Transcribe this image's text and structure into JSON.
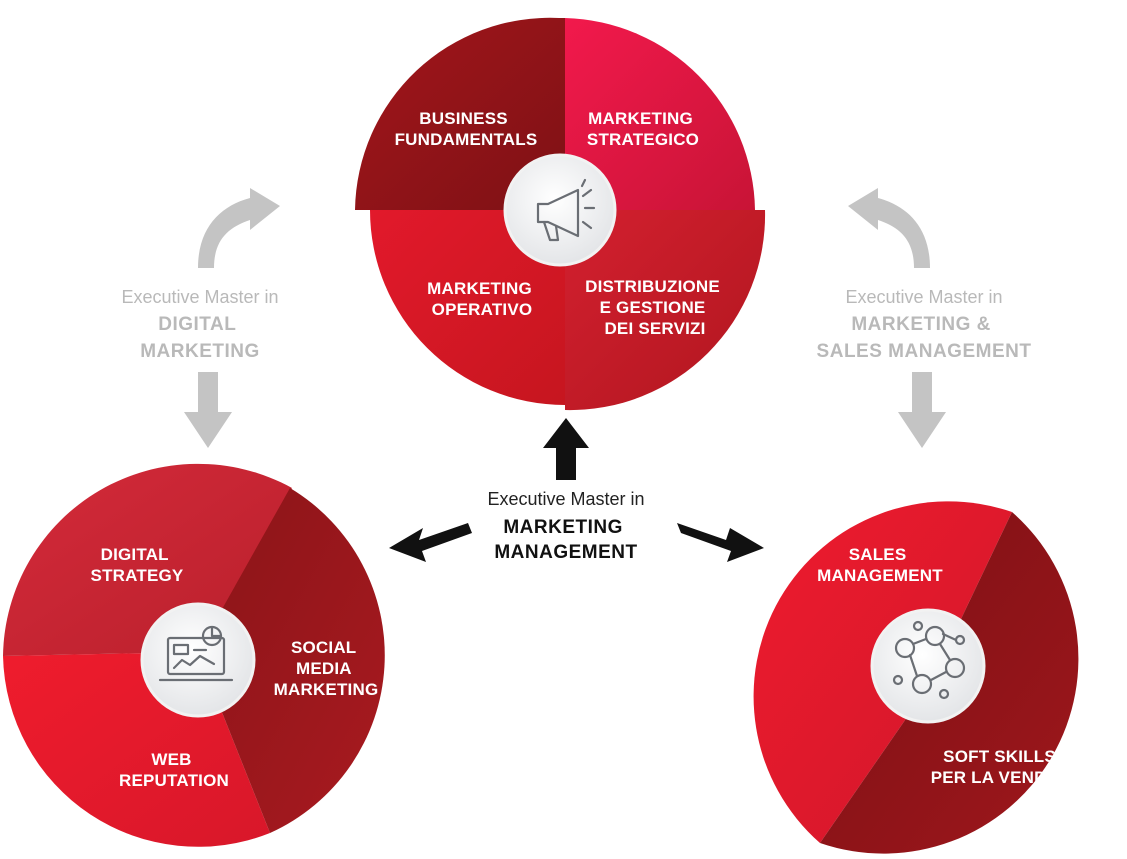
{
  "colors": {
    "red_bright": "#e3192e",
    "red_mid": "#c51a2c",
    "red_dark": "#8f1418",
    "pink": "#ea1d4f",
    "grey_text": "#b9b9b9",
    "arrow_black": "#111111",
    "arrow_grey": "#c4c4c4"
  },
  "top_circle": {
    "icon": "megaphone-icon",
    "segments": {
      "top_left": [
        "BUSINESS",
        "FUNDAMENTALS"
      ],
      "top_right": [
        "MARKETING",
        "STRATEGICO"
      ],
      "bottom_left": [
        "MARKETING",
        "OPERATIVO"
      ],
      "bottom_right": [
        "DISTRIBUZIONE",
        "E GESTIONE",
        "DEI SERVIZI"
      ]
    }
  },
  "left_circle": {
    "icon": "laptop-analytics-icon",
    "segments": {
      "top": [
        "DIGITAL",
        "STRATEGY"
      ],
      "right": [
        "SOCIAL",
        "MEDIA",
        "MARKETING"
      ],
      "bottom": [
        "WEB",
        "REPUTATION"
      ]
    }
  },
  "right_circle": {
    "icon": "people-network-icon",
    "segments": {
      "top": [
        "SALES",
        "MANAGEMENT"
      ],
      "bottom": [
        "SOFT SKILLS",
        "PER LA VENDITA"
      ]
    }
  },
  "center_label": {
    "prefix": "Executive Master in",
    "title": [
      "MARKETING",
      "MANAGEMENT"
    ]
  },
  "left_label": {
    "prefix": "Executive Master in",
    "title": [
      "DIGITAL",
      "MARKETING"
    ]
  },
  "right_label": {
    "prefix": "Executive Master in",
    "title": [
      "MARKETING &",
      "SALES MANAGEMENT"
    ]
  }
}
